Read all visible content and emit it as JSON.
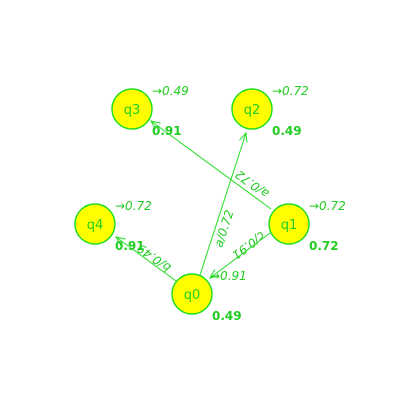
{
  "automaton": {
    "states": [
      {
        "id": "q0",
        "label": "q0",
        "final_text": "→0.91",
        "initial_text": "0.49"
      },
      {
        "id": "q1",
        "label": "q1",
        "final_text": "→0.72",
        "initial_text": "0.72"
      },
      {
        "id": "q2",
        "label": "q2",
        "final_text": "→0.72",
        "initial_text": "0.49"
      },
      {
        "id": "q3",
        "label": "q3",
        "final_text": "→0.49",
        "initial_text": "0.91"
      },
      {
        "id": "q4",
        "label": "q4",
        "final_text": "→0.72",
        "initial_text": "0.91"
      }
    ],
    "transitions": [
      {
        "from": "q0",
        "to": "q2",
        "label": "a/0.72"
      },
      {
        "from": "q0",
        "to": "q4",
        "label": "b/0.49"
      },
      {
        "from": "q1",
        "to": "q0",
        "label": "c/0.91"
      },
      {
        "from": "q1",
        "to": "q3",
        "label": "a/0.72"
      }
    ]
  },
  "colors": {
    "node_fill": "#ffff00",
    "accent": "#22dd22"
  }
}
